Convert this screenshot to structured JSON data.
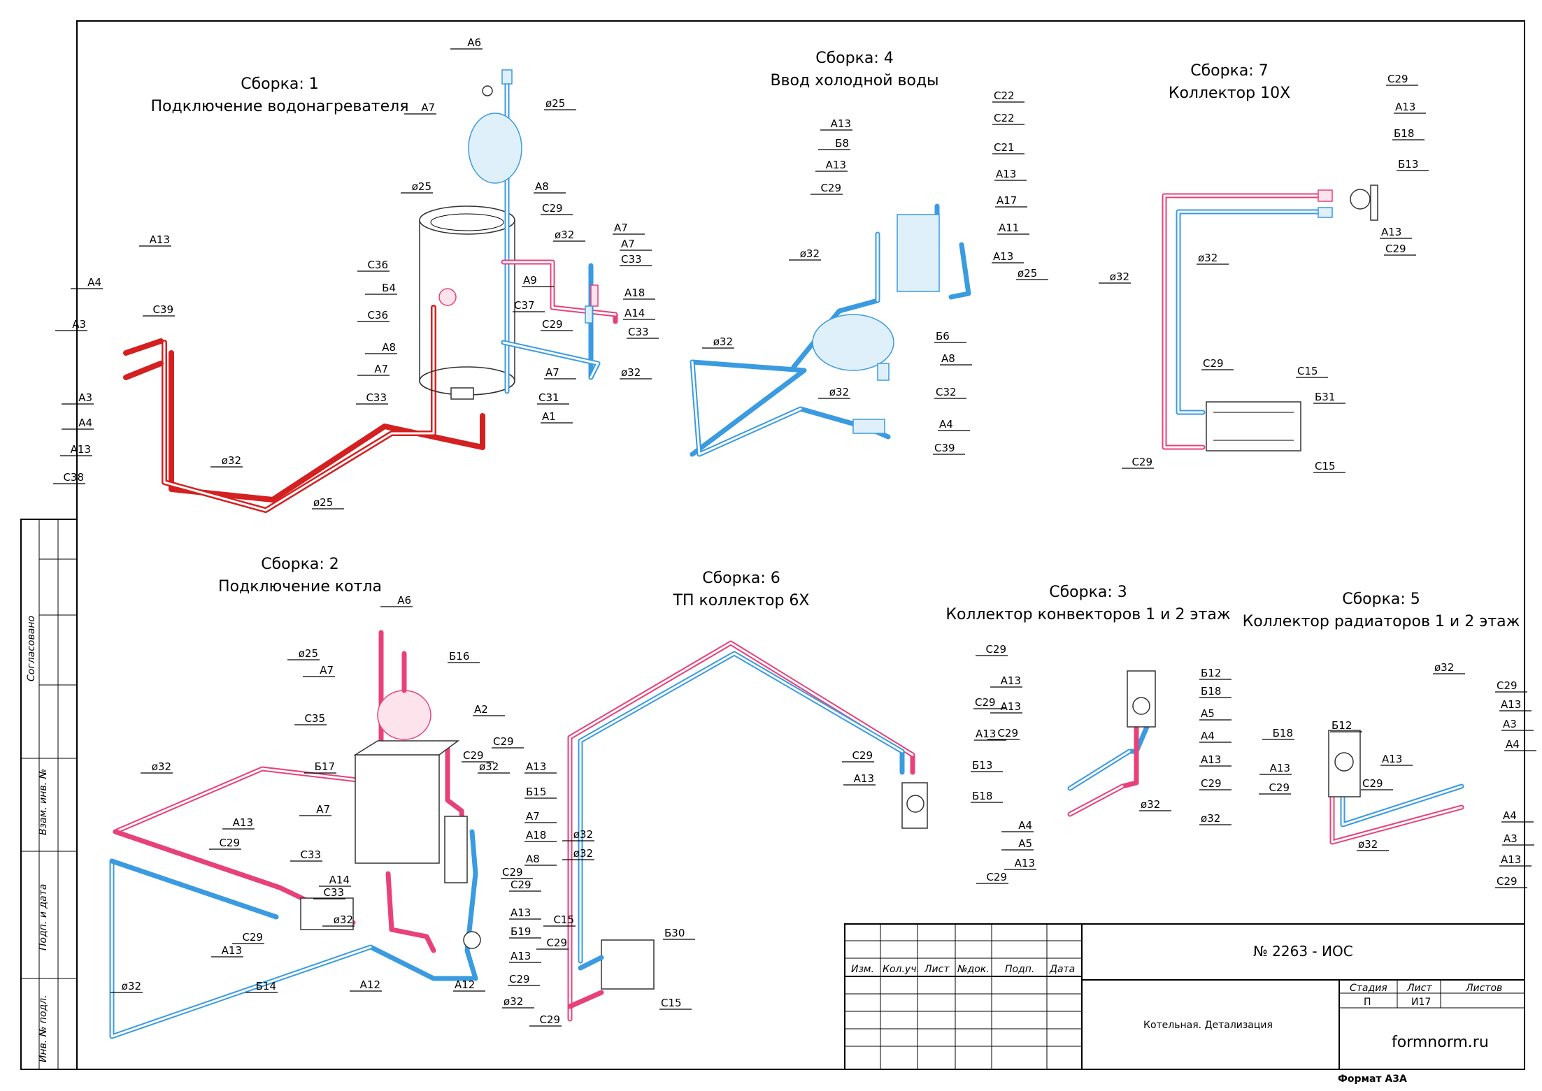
{
  "drawing": {
    "number": "№ 2263 - ИОС",
    "sheet_name": "Котельная. Детализация",
    "site": "formnorm.ru",
    "format": "Формат А3А",
    "headers": [
      "Изм.",
      "Кол.уч.",
      "Лист",
      "№док.",
      "Подп.",
      "Дата"
    ],
    "stage_header": "Стадия",
    "sheet_header": "Лист",
    "sheets_header": "Листов",
    "stage": "П",
    "sheet": "И17",
    "sheets": ""
  },
  "side_stamp": {
    "agreed": "Согласовано",
    "replace_inv": "Взам. инв. №",
    "sign_date": "Подп. и дата",
    "inv_orig": "Инв. № подл."
  },
  "assemblies": [
    {
      "id": "1",
      "title": "Сборка: 1",
      "subtitle": "Подключение водонагревателя"
    },
    {
      "id": "4",
      "title": "Сборка: 4",
      "subtitle": "Ввод холодной воды"
    },
    {
      "id": "7",
      "title": "Сборка: 7",
      "subtitle": "Коллектор 10Х"
    },
    {
      "id": "2",
      "title": "Сборка: 2",
      "subtitle": "Подключение котла"
    },
    {
      "id": "6",
      "title": "Сборка: 6",
      "subtitle": "ТП коллектор 6Х"
    },
    {
      "id": "3",
      "title": "Сборка: 3",
      "subtitle": "Коллектор конвекторов 1 и 2 этаж"
    },
    {
      "id": "5",
      "title": "Сборка: 5",
      "subtitle": "Коллектор радиаторов 1 и 2 этаж"
    }
  ],
  "labels": {
    "s1": [
      "А6",
      "А7",
      "ø25",
      "ø25",
      "А8",
      "С29",
      "ø32",
      "А7",
      "А7",
      "С33",
      "А18",
      "А14",
      "С33",
      "ø32",
      "А13",
      "А4",
      "С39",
      "А3",
      "А3",
      "А4",
      "А13",
      "С38",
      "С36",
      "Б4",
      "С36",
      "С37",
      "А9",
      "С29",
      "А8",
      "А7",
      "С33",
      "А7",
      "С31",
      "А1",
      "ø32",
      "ø25"
    ],
    "s4": [
      "А13",
      "Б8",
      "А13",
      "С29",
      "ø32",
      "С22",
      "С22",
      "С21",
      "А13",
      "А17",
      "А11",
      "А13",
      "ø25",
      "ø32",
      "Б6",
      "А8",
      "ø32",
      "С32",
      "А4",
      "С39"
    ],
    "s7": [
      "С29",
      "А13",
      "Б18",
      "Б13",
      "А13",
      "С29",
      "ø32",
      "ø32",
      "С29",
      "С15",
      "Б31",
      "С29",
      "С15"
    ],
    "s2": [
      "А6",
      "ø25",
      "Б16",
      "А7",
      "С35",
      "А2",
      "ø32",
      "Б17",
      "С29",
      "ø32",
      "С29",
      "А13",
      "Б15",
      "А7",
      "А7",
      "А18",
      "С33",
      "А14",
      "С33",
      "ø32",
      "А8",
      "С29",
      "С29",
      "А13",
      "Б19",
      "А13",
      "С29",
      "ø32",
      "А12",
      "А12",
      "А13",
      "С29",
      "С29",
      "А13",
      "Б14",
      "ø32"
    ],
    "s6": [
      "ø32",
      "ø32",
      "С15",
      "С29",
      "Б30",
      "С29",
      "С15",
      "С29",
      "А13",
      "Б13",
      "С29",
      "А13",
      "Б18"
    ],
    "s3": [
      "С29",
      "Б12",
      "А13",
      "Б18",
      "А5",
      "А13",
      "А4",
      "С29",
      "А13",
      "С29",
      "ø32",
      "ø32",
      "А4",
      "А5",
      "А13",
      "С29"
    ],
    "s5": [
      "ø32",
      "С29",
      "Б18",
      "Б12",
      "А13",
      "А3",
      "А4",
      "А13",
      "А13",
      "С29",
      "С29",
      "А4",
      "А3",
      "ø32",
      "А13",
      "С29"
    ]
  },
  "colors": {
    "supply": "#e8417a",
    "return": "#3a9be0",
    "hot": "#d42020"
  }
}
